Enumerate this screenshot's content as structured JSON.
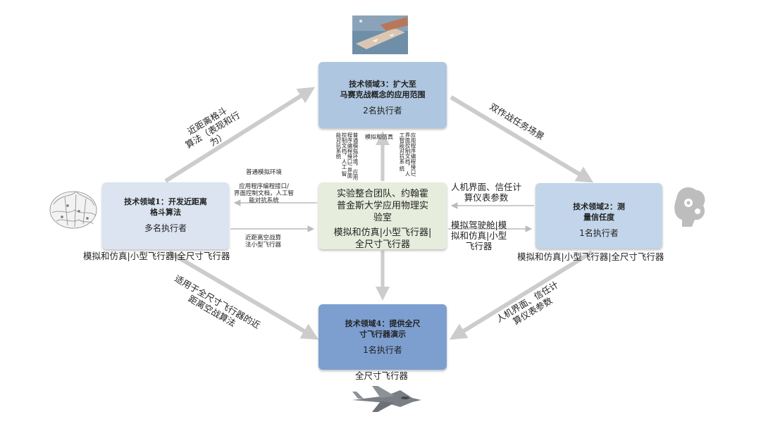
{
  "nodes": {
    "ta3": {
      "title": "技术领域3：扩大至\n马赛克战概念的应用范围",
      "subtitle": "2名执行者"
    },
    "ta1": {
      "title": "技术领域1：开发近距离\n格斗算法",
      "subtitle": "多名执行者"
    },
    "ta2": {
      "title": "技术领域2：测\n量信任度",
      "subtitle": "1名执行者"
    },
    "ta4": {
      "title": "技术领域4：提供全尺\n寸飞行器演示",
      "subtitle": "1名执行者"
    },
    "center": {
      "title": "实验整合团队、约翰霍\n普金斯大学应用物理实\n验室",
      "subtitle": "模拟和仿真|小型飞行器|\n全尺寸飞行器"
    }
  },
  "labels": {
    "ta1_caption": "模拟和仿真|小型飞行器|全尺寸飞行器",
    "ta2_caption": "模拟和仿真|小型飞行器|全尺寸飞行器",
    "ta4_caption": "全尺寸飞行器",
    "arrow_ta1_ta3": "近距离格斗\n算法（表现和行\n为）",
    "arrow_ta3_ta2": "双作战任务场景",
    "arrow_ta1_ta4": "适用于全尺寸飞行器的近\n距离空战算法",
    "arrow_ta2_ta4": "人机界面、信任计\n算仪表参数",
    "center_to_ta1": "普通模拟环境\n\n应用程序编程接口/\n界面控制文档，人工智\n能对抗系统",
    "ta1_to_center": "近距离空战算\n法小型飞行器",
    "ta2_to_center": "人机界面、信任计\n算仪表参数",
    "center_to_ta2": "模拟驾驶舱|模\n拟和仿真|小型\n飞行器",
    "ta3_center_mid": "模拟和仿真",
    "ta3_center_left": "普通模拟环境，应用\n程序编程接口/\n界面控制文档，人工\n智能对抗系统",
    "ta3_center_right": "应用程序编程接口/\n界面控制文档，\n人工智能对抗系\n统"
  },
  "icons": {
    "top_image": "aerial-carrier-photo",
    "left_icon": "brain-network-icon",
    "right_icon": "brain-gears-icon",
    "bottom_image": "fighter-jet-image"
  },
  "colors": {
    "arrow": "#cccccc",
    "ta3": "#aec6df",
    "ta1": "#dbe4f0",
    "ta2": "#c3d5ea",
    "ta4": "#7d9fd0",
    "center": "#e7eddc"
  }
}
